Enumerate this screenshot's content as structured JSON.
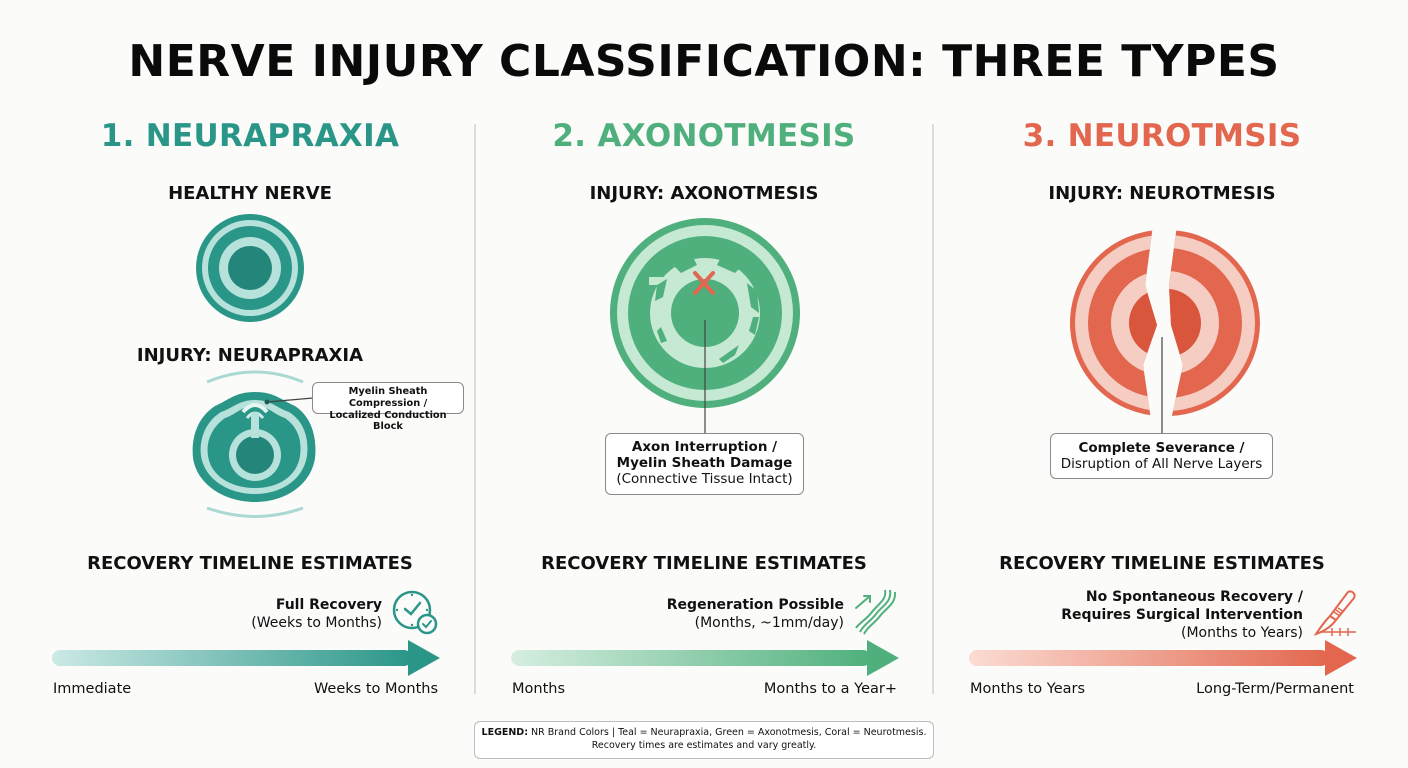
{
  "title": "NERVE INJURY CLASSIFICATION: THREE TYPES",
  "colors": {
    "teal": "#2a9688",
    "teal_light": "#b7e2dc",
    "green": "#4fb07d",
    "green_light": "#c6e9d4",
    "coral": "#e2674e",
    "coral_light": "#f6cdc2",
    "divider": "#dcdcdc"
  },
  "columns": [
    {
      "id": "neurapraxia",
      "title": "1. NEURAPRAXIA",
      "healthy_label": "HEALTHY NERVE",
      "injury_label": "INJURY: NEURAPRAXIA",
      "callout": {
        "line1": "Myelin Sheath Compression /",
        "line2": "Localized Conduction Block"
      },
      "timeline": {
        "heading": "RECOVERY TIMELINE ESTIMATES",
        "note_bold": "Full Recovery",
        "note_sub": "(Weeks to Months)",
        "icon": "clock-check-icon",
        "start": "Immediate",
        "end": "Weeks to Months"
      }
    },
    {
      "id": "axonotmesis",
      "title": "2. AXONOTMESIS",
      "injury_label": "INJURY: AXONOTMESIS",
      "callout": {
        "line1": "Axon Interruption /",
        "line2": "Myelin Sheath Damage",
        "line3": "(Connective Tissue Intact)"
      },
      "timeline": {
        "heading": "RECOVERY TIMELINE ESTIMATES",
        "note_bold": "Regeneration Possible",
        "note_sub": "(Months, ~1mm/day)",
        "icon": "nerve-regeneration-icon",
        "start": "Months",
        "end": "Months to a Year+"
      }
    },
    {
      "id": "neurotmesis",
      "title": "3. NEUROTMSIS",
      "injury_label": "INJURY: NEUROTMESIS",
      "callout": {
        "line1": "Complete Severance /",
        "line2": "Disruption of All Nerve Layers"
      },
      "timeline": {
        "heading": "RECOVERY TIMELINE ESTIMATES",
        "note_bold1": "No Spontaneous Recovery /",
        "note_bold2": "Requires Surgical Intervention",
        "note_sub": "(Months to Years)",
        "icon": "scalpel-suture-icon",
        "start": "Months to Years",
        "end": "Long-Term/Permanent"
      }
    }
  ],
  "legend": {
    "label": "LEGEND:",
    "line1": "NR Brand Colors | Teal = Neurapraxia, Green = Axonotmesis, Coral = Neurotmesis.",
    "line2": "Recovery times are estimates and vary greatly."
  }
}
